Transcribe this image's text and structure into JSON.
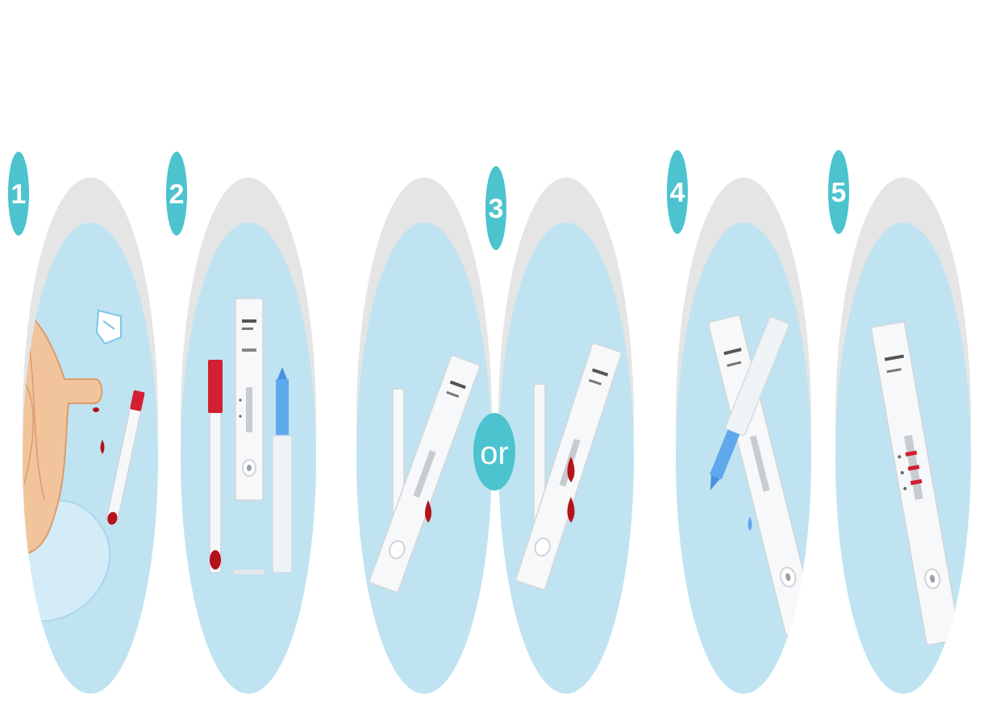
{
  "steps": [
    {
      "number": "1"
    },
    {
      "number": "2"
    },
    {
      "number": "3"
    },
    {
      "number": "4"
    },
    {
      "number": "5"
    }
  ],
  "connector_label": "or",
  "colors": {
    "badge": "#4cc3cf",
    "panel": "#bfe3f1",
    "shadow": "#e5e5e5",
    "blood": "#b5121b",
    "cap_red": "#d21f32",
    "skin": "#f2c49b",
    "glove": "#cfe9f6",
    "cassette": "#f7f8f9"
  }
}
